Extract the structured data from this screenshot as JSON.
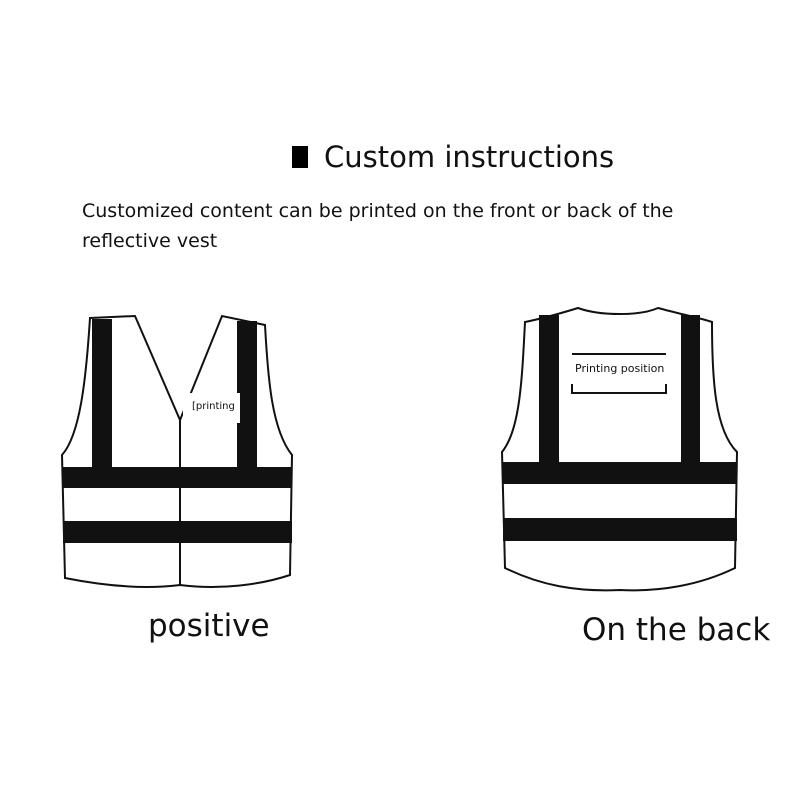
{
  "title": "Custom instructions",
  "description": "Customized content can be printed on the front or back of the reflective vest",
  "front": {
    "caption": "positive",
    "print_label": "[printing"
  },
  "back": {
    "caption": "On the back",
    "print_label": "Printing position"
  }
}
